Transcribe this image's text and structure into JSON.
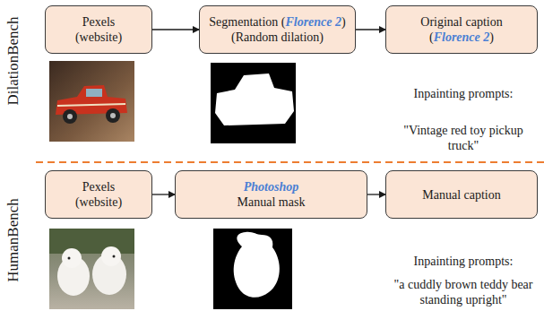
{
  "diagram": {
    "nodes": [
      {
        "text": [
          "Pexels",
          "(website)"
        ]
      },
      {
        "text": [
          "Segmentation (Florence 2)",
          "(Random dilation)"
        ]
      },
      {
        "text": [
          "Original caption",
          "(Florence 2)"
        ]
      },
      {
        "text": [
          "Pexels",
          "(website)"
        ]
      },
      {
        "text": [
          "Photoshop",
          "Manual mask"
        ]
      },
      {
        "text": [
          "Manual caption"
        ]
      }
    ],
    "edges": [
      {
        "from": 0,
        "to": 1,
        "arrow": "to"
      },
      {
        "from": 1,
        "to": 2,
        "arrow": "to"
      },
      {
        "from": 3,
        "to": 4,
        "arrow": "to"
      },
      {
        "from": 4,
        "to": 5,
        "arrow": "to"
      }
    ],
    "labels": [
      "DilationBench",
      "Inpainting prompts:",
      "\"Vintage red toy pickup truck\"",
      "HumanBench",
      "Inpainting prompts:",
      "\"a cuddly brown teddy bear standing upright\""
    ]
  }
}
